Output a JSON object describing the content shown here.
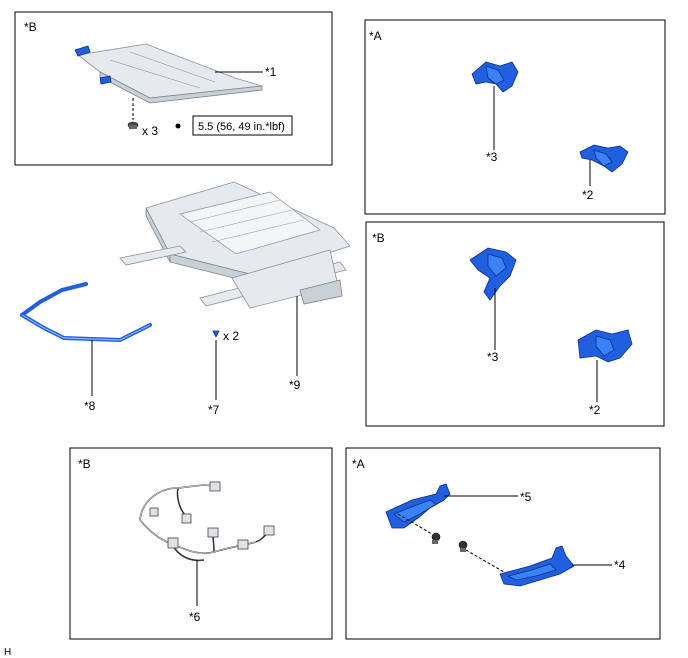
{
  "panels": {
    "top_left": {
      "tag": "*B"
    },
    "top_right": {
      "tag": "*A"
    },
    "mid_right": {
      "tag": "*B"
    },
    "bottom_left": {
      "tag": "*B"
    },
    "bottom_right": {
      "tag": "*A"
    }
  },
  "callouts": {
    "c1": "*1",
    "c2a": "*2",
    "c3a": "*3",
    "c2b": "*2",
    "c3b": "*3",
    "c4": "*4",
    "c5": "*5",
    "c6": "*6",
    "c7": "*7",
    "c8": "*8",
    "c9": "*9"
  },
  "quantities": {
    "clip_qty": "x 3",
    "pin_qty": "x 2"
  },
  "torque": {
    "spec": "5.5 (56, 49 in.*lbf)"
  },
  "footer": {
    "code": "H"
  },
  "colors": {
    "part_blue": "#1f5fe0",
    "frame_grey": "#e6eaee"
  }
}
